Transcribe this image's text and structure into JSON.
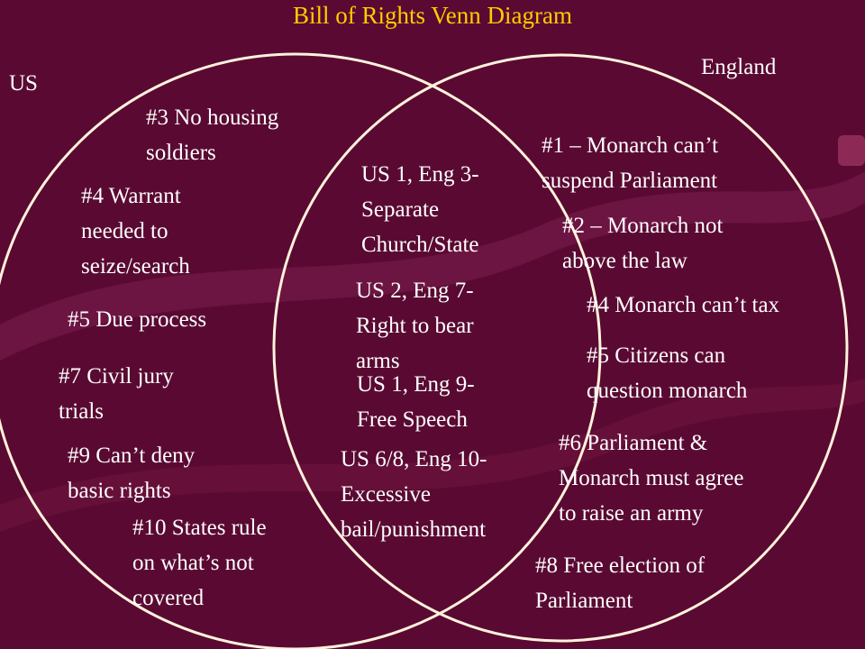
{
  "title": "Bill of Rights Venn Diagram",
  "colors": {
    "background": "#5a0a32",
    "title": "#ffcc00",
    "text": "#ffffff",
    "circle": "#fff2dc"
  },
  "left": {
    "label": "US",
    "items": [
      [
        "#3 No housing",
        "soldiers"
      ],
      [
        "#4 Warrant",
        "needed to",
        "seize/search"
      ],
      [
        "#5 Due process"
      ],
      [
        "#7 Civil jury",
        "trials"
      ],
      [
        "#9 Can’t deny",
        "basic rights"
      ],
      [
        "#10 States rule",
        "on what’s not",
        "covered"
      ]
    ]
  },
  "right": {
    "label": "England",
    "items": [
      [
        "#1 – Monarch can’t",
        "suspend Parliament"
      ],
      [
        "#2 – Monarch not",
        "above the law"
      ],
      [
        "#4 Monarch can’t tax"
      ],
      [
        "#5 Citizens can",
        "question monarch"
      ],
      [
        "#6 Parliament &",
        "Monarch must agree",
        "to raise an army"
      ],
      [
        "#8 Free election of",
        "Parliament"
      ]
    ]
  },
  "overlap": {
    "items": [
      [
        "US 1, Eng 3-",
        "Separate",
        "Church/State"
      ],
      [
        "US 2, Eng 7-",
        "Right to bear",
        "arms"
      ],
      [
        "US 1, Eng 9-",
        "Free Speech"
      ],
      [
        "US 6/8, Eng 10-",
        "Excessive",
        "bail/punishment"
      ]
    ]
  }
}
